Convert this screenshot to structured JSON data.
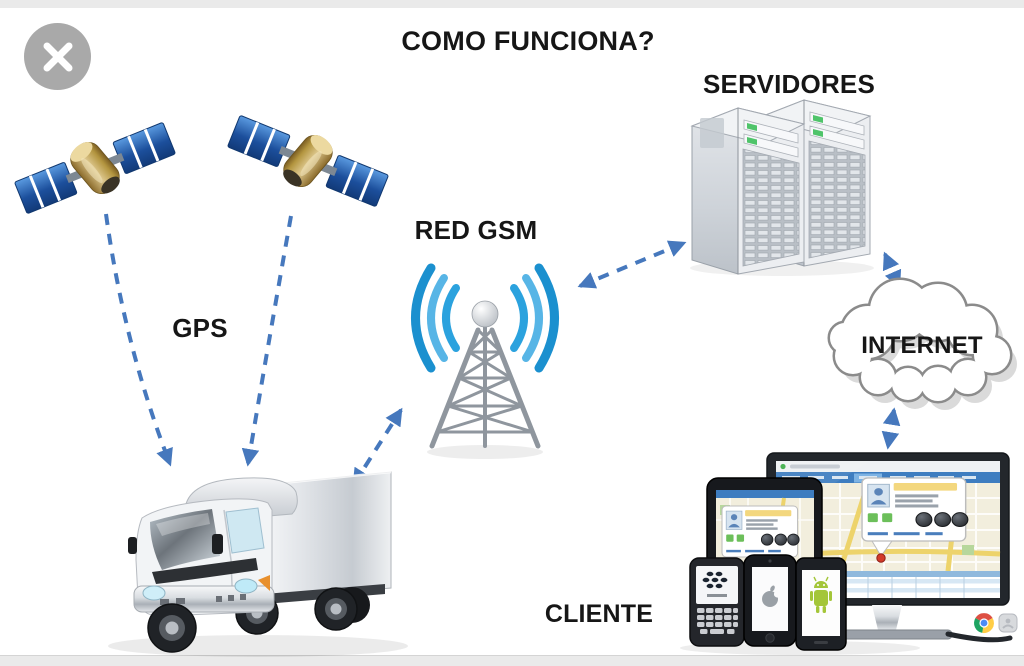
{
  "window": {
    "close_symbol": "✕"
  },
  "diagram": {
    "title": "COMO FUNCIONA?",
    "nodes": [
      {
        "id": "gps-satellites",
        "label": "GPS",
        "icon": "satellite-icon"
      },
      {
        "id": "tracked-truck",
        "label": "",
        "icon": "truck-icon"
      },
      {
        "id": "gsm-network",
        "label": "RED GSM",
        "icon": "antenna-tower-icon"
      },
      {
        "id": "servers",
        "label": "SERVIDORES",
        "icon": "server-rack-icon"
      },
      {
        "id": "internet",
        "label": "INTERNET",
        "icon": "cloud-icon"
      },
      {
        "id": "client",
        "label": "CLIENTE",
        "icon": "client-devices-icon"
      }
    ],
    "connections": [
      {
        "from": "satellite-left",
        "to": "tracked-truck",
        "style": "dashed",
        "arrows": "one-way"
      },
      {
        "from": "satellite-right",
        "to": "tracked-truck",
        "style": "dashed",
        "arrows": "one-way"
      },
      {
        "from": "tracked-truck",
        "to": "gsm-network",
        "style": "dashed",
        "arrows": "two-way"
      },
      {
        "from": "gsm-network",
        "to": "servers",
        "style": "dashed",
        "arrows": "two-way"
      },
      {
        "from": "servers",
        "to": "internet",
        "style": "dashed",
        "arrows": "two-way"
      },
      {
        "from": "internet",
        "to": "client",
        "style": "dashed",
        "arrows": "two-way"
      }
    ],
    "colors": {
      "arrow_blue": "#4678bd",
      "wave_blue": "#2ba2de",
      "label_text": "#161616",
      "led_green": "#4fc46a",
      "android_green": "#a4c639"
    }
  }
}
